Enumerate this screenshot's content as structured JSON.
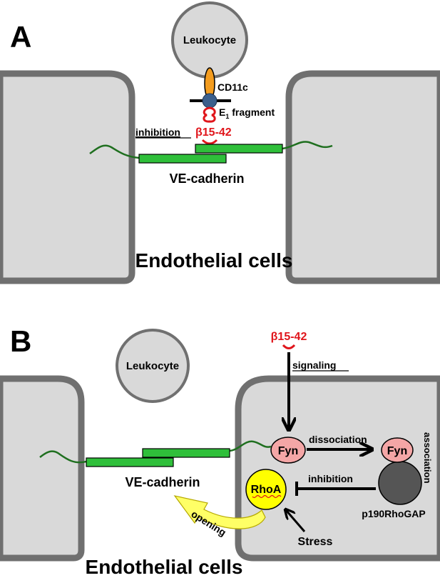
{
  "panel_a": {
    "letter": "A",
    "leukocyte": "Leukocyte",
    "cd11c": "CD11c",
    "e1_main": "E",
    "e1_sub": "1",
    "e1_rest": " fragment",
    "inhibition": "inhibition",
    "beta_peptide": "β15-42",
    "ve_cadherin": "VE-cadherin",
    "caption": "Endothelial cells"
  },
  "panel_b": {
    "letter": "B",
    "leukocyte": "Leukocyte",
    "beta_peptide": "β15-42",
    "signaling": "signaling",
    "fyn": "Fyn",
    "dissociation": "dissociation",
    "fyn2": "Fyn",
    "association": "association",
    "ve_cadherin": "VE-cadherin",
    "inhibition": "inhibition",
    "rhoa": "RhoA",
    "p190": "p190RhoGAP",
    "opening": "opening",
    "stress": "Stress",
    "caption": "Endothelial cells"
  },
  "colors": {
    "cell_fill": "#d9d9d9",
    "cell_border": "#707070",
    "cadherin": "#2fbf3a",
    "wave": "#1f6f1f",
    "peptide": "#e0151b",
    "cd11c": "#f39c1f",
    "cd11c_node": "#3b5f8c",
    "fyn": "#f4a6a6",
    "rhoa": "#ffff00",
    "p190": "#555555",
    "opening_arrow": "#ffff66"
  }
}
